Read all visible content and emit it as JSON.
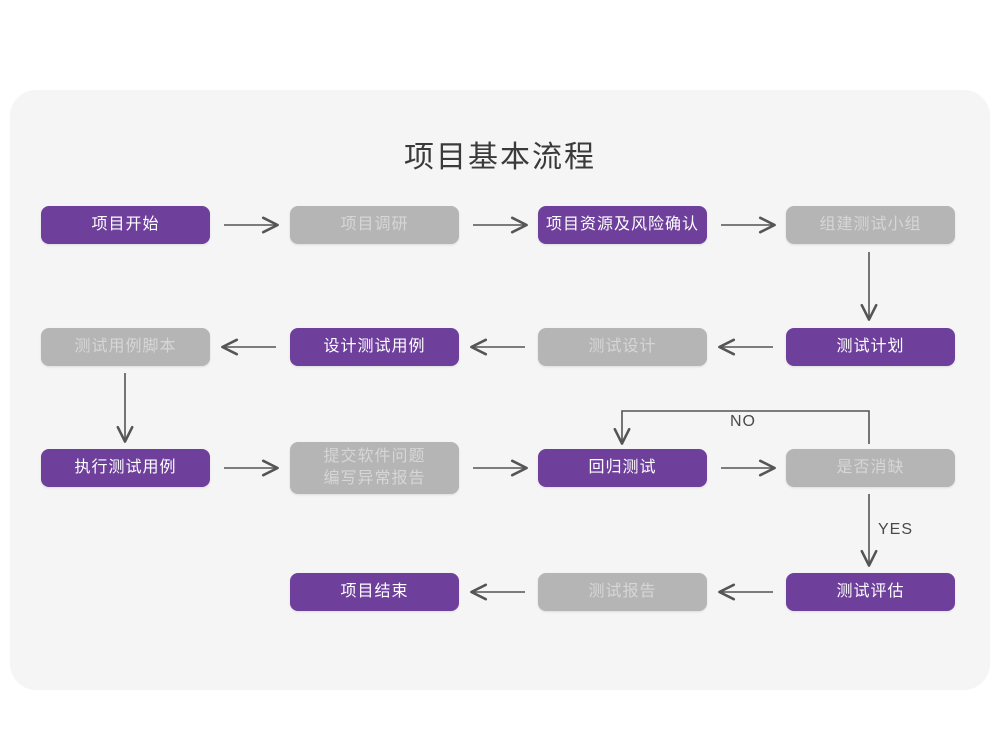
{
  "page": {
    "title": "项目基本流程",
    "background_color": "#ffffff",
    "card_color": "#f5f5f5"
  },
  "theme": {
    "accent_purple": "#6e409c",
    "muted_gray": "#b5b5b5",
    "purple_text": "#ffffff",
    "gray_text": "#d6d6d6",
    "connector_color": "#555555",
    "title_color": "#3a3a3a"
  },
  "chart_data": {
    "type": "diagram",
    "title": "项目基本流程",
    "nodes": [
      {
        "id": "n1",
        "label": "项目开始",
        "style": "purple",
        "row": 1,
        "col": 1
      },
      {
        "id": "n2",
        "label": "项目调研",
        "style": "gray",
        "row": 1,
        "col": 2
      },
      {
        "id": "n3",
        "label": "项目资源及风险确认",
        "style": "purple",
        "row": 1,
        "col": 3
      },
      {
        "id": "n4",
        "label": "组建测试小组",
        "style": "gray",
        "row": 1,
        "col": 4
      },
      {
        "id": "n5",
        "label": "测试用例脚本",
        "style": "gray",
        "row": 2,
        "col": 1
      },
      {
        "id": "n6",
        "label": "设计测试用例",
        "style": "purple",
        "row": 2,
        "col": 2
      },
      {
        "id": "n7",
        "label": "测试设计",
        "style": "gray",
        "row": 2,
        "col": 3
      },
      {
        "id": "n8",
        "label": "测试计划",
        "style": "purple",
        "row": 2,
        "col": 4
      },
      {
        "id": "n9",
        "label": "执行测试用例",
        "style": "purple",
        "row": 3,
        "col": 1
      },
      {
        "id": "n10",
        "label": "提交软件问题\n编写异常报告",
        "style": "gray",
        "row": 3,
        "col": 2
      },
      {
        "id": "n11",
        "label": "回归测试",
        "style": "purple",
        "row": 3,
        "col": 3
      },
      {
        "id": "n12",
        "label": "是否消缺",
        "style": "gray",
        "row": 3,
        "col": 4
      },
      {
        "id": "n13",
        "label": "项目结束",
        "style": "purple",
        "row": 4,
        "col": 2
      },
      {
        "id": "n14",
        "label": "测试报告",
        "style": "gray",
        "row": 4,
        "col": 3
      },
      {
        "id": "n15",
        "label": "测试评估",
        "style": "purple",
        "row": 4,
        "col": 4
      }
    ],
    "edges": [
      {
        "from": "n1",
        "to": "n2",
        "label": "",
        "direction": "right"
      },
      {
        "from": "n2",
        "to": "n3",
        "label": "",
        "direction": "right"
      },
      {
        "from": "n3",
        "to": "n4",
        "label": "",
        "direction": "right"
      },
      {
        "from": "n4",
        "to": "n8",
        "label": "",
        "direction": "down"
      },
      {
        "from": "n8",
        "to": "n7",
        "label": "",
        "direction": "left"
      },
      {
        "from": "n7",
        "to": "n6",
        "label": "",
        "direction": "left"
      },
      {
        "from": "n6",
        "to": "n5",
        "label": "",
        "direction": "left"
      },
      {
        "from": "n5",
        "to": "n9",
        "label": "",
        "direction": "down"
      },
      {
        "from": "n9",
        "to": "n10",
        "label": "",
        "direction": "right"
      },
      {
        "from": "n10",
        "to": "n11",
        "label": "",
        "direction": "right"
      },
      {
        "from": "n11",
        "to": "n12",
        "label": "",
        "direction": "right"
      },
      {
        "from": "n12",
        "to": "n11",
        "label": "NO",
        "direction": "loop-up-left"
      },
      {
        "from": "n12",
        "to": "n15",
        "label": "YES",
        "direction": "down"
      },
      {
        "from": "n15",
        "to": "n14",
        "label": "",
        "direction": "left"
      },
      {
        "from": "n14",
        "to": "n13",
        "label": "",
        "direction": "left"
      }
    ],
    "edge_labels": {
      "no": "NO",
      "yes": "YES"
    }
  }
}
